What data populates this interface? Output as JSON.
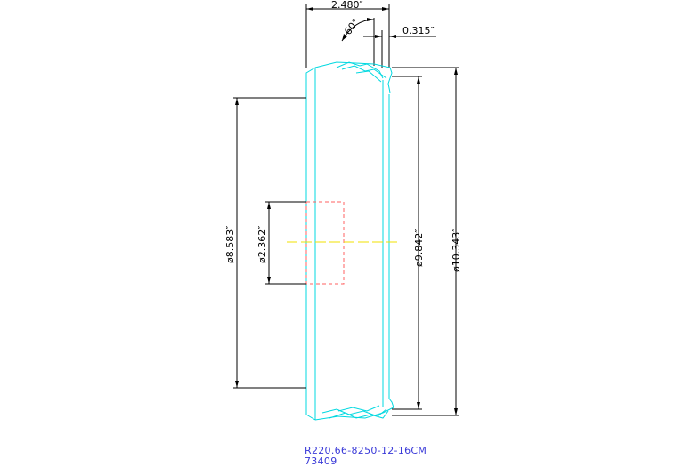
{
  "dimensions": {
    "width": "2.480″",
    "offset": "0.315″",
    "angle": "60°",
    "bore_diameter": "ø8.583″",
    "hole_diameter": "ø2.362″",
    "inner_diameter": "ø9.842″",
    "outer_diameter": "ø10.343″"
  },
  "part_number": "R220.66-8250-12-16CM",
  "item_number": "73409",
  "colors": {
    "dimension_lines": "#000000",
    "part_outline": "#00d8e0",
    "hidden_lines": "#ff6060",
    "center_line": "#f0e000",
    "caption_text": "#3a3ad8"
  }
}
